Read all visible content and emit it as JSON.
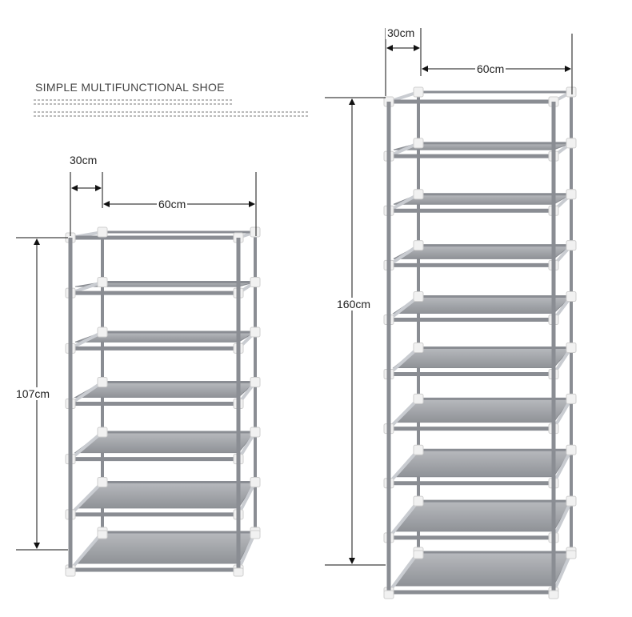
{
  "title": "SIMPLE MULTIFUNCTIONAL SHOE",
  "racks": [
    {
      "name": "small-rack",
      "shelves": 7,
      "depth_label": "30cm",
      "width_label": "60cm",
      "height_label": "107cm"
    },
    {
      "name": "tall-rack",
      "shelves": 10,
      "depth_label": "30cm",
      "width_label": "60cm",
      "height_label": "160cm"
    }
  ],
  "colors": {
    "frame": "#8a8d93",
    "frame_light": "#c9ccd1",
    "shelf": "#a4a6aa",
    "connector": "#f1f1f1",
    "dim_line": "#111111"
  }
}
